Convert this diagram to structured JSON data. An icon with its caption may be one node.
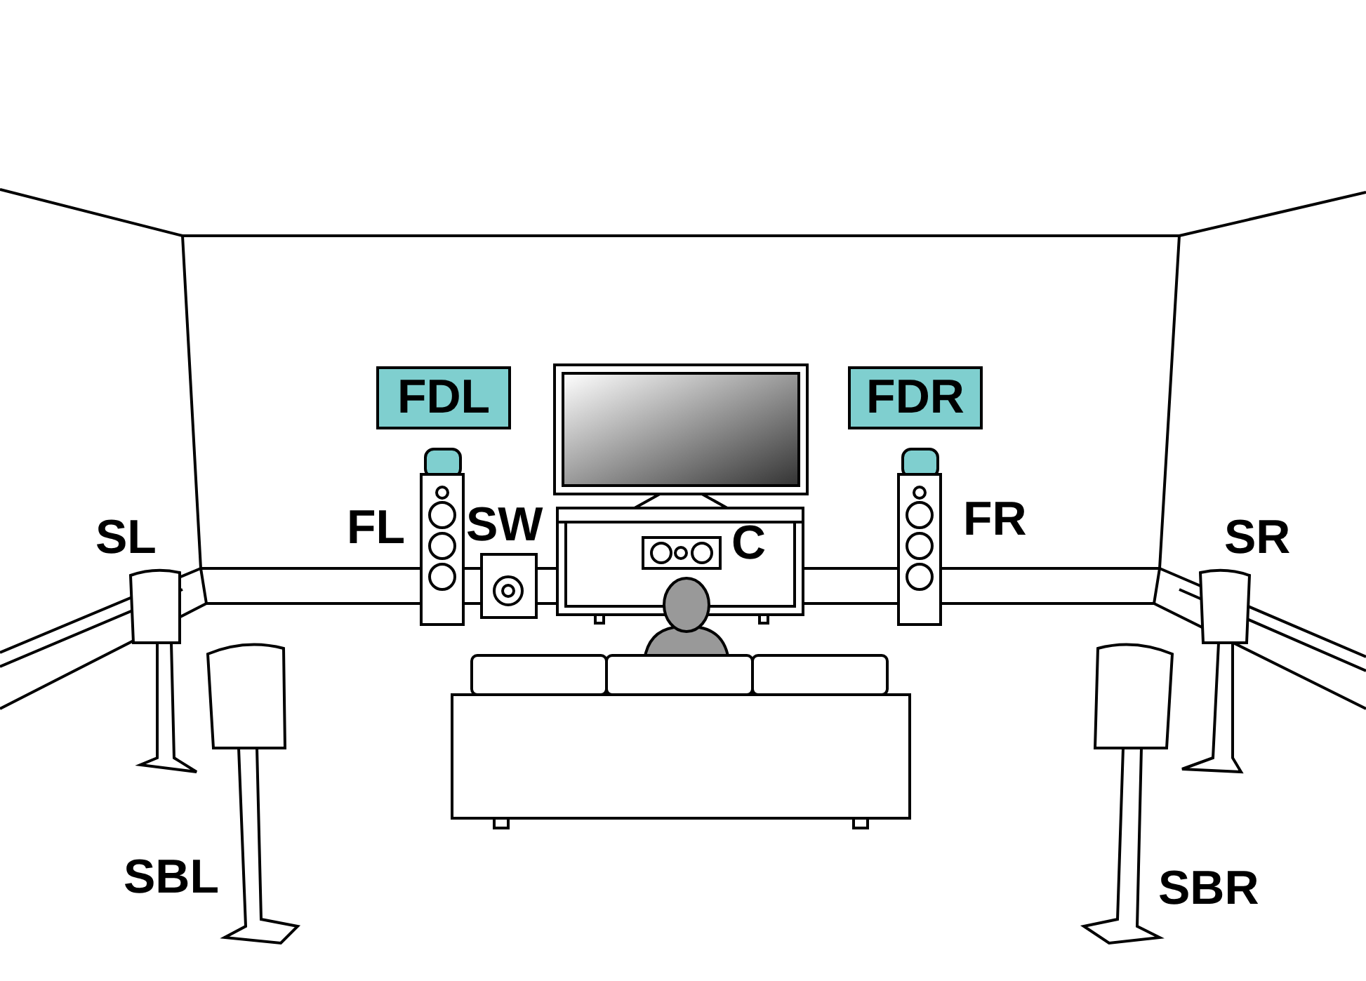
{
  "diagram": {
    "nodes": [
      {
        "text": [
          "FDL"
        ]
      },
      {
        "text": [
          "FDR"
        ]
      }
    ],
    "edges": [],
    "labels": [
      "SL",
      "FL",
      "SW",
      "C",
      "FR",
      "SR",
      "SBL",
      "SBR"
    ]
  }
}
